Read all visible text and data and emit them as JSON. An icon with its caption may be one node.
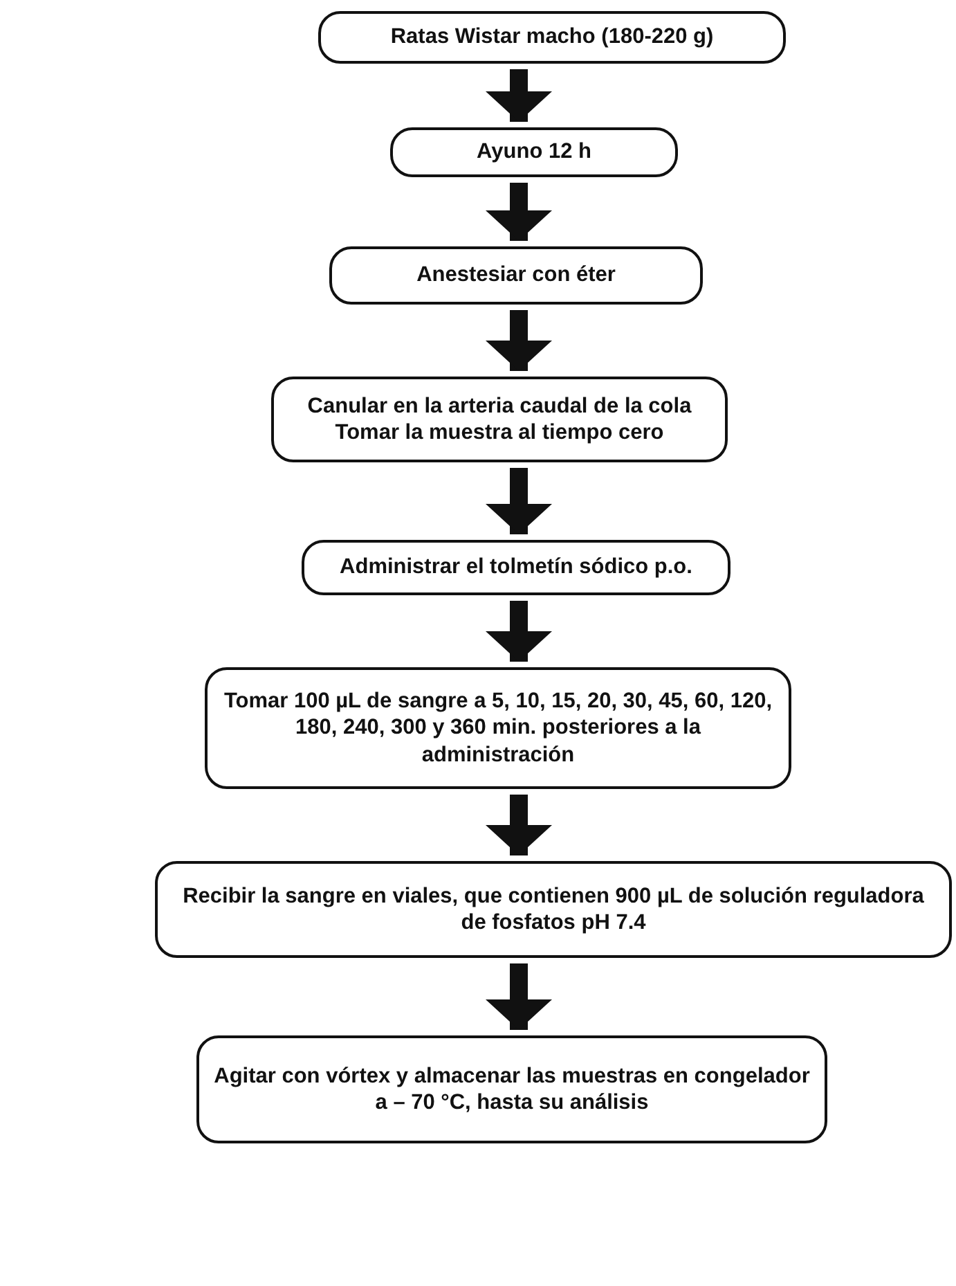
{
  "diagram": {
    "nodes": [
      {
        "text": [
          "Ratas Wistar macho (180-220 g)"
        ]
      },
      {
        "text": [
          "Ayuno 12 h"
        ]
      },
      {
        "text": [
          "Anestesiar con éter"
        ]
      },
      {
        "text": [
          "Canular en la arteria caudal de la cola",
          "Tomar la muestra al tiempo cero"
        ]
      },
      {
        "text": [
          "Administrar el tolmetín sódico p.o."
        ]
      },
      {
        "text": [
          "Tomar 100 µL de sangre a 5, 10, 15, 20, 30, 45, 60, 120, 180, 240, 300 y 360 min. posteriores a la administración"
        ]
      },
      {
        "text": [
          "Recibir la sangre en viales, que contienen 900 µL de solución reguladora de fosfatos pH 7.4"
        ]
      },
      {
        "text": [
          "Agitar con vórtex y almacenar las muestras en congelador a – 70 °C, hasta su análisis"
        ]
      }
    ],
    "edges": [
      {
        "from": 0,
        "to": 1,
        "arrow": "to"
      },
      {
        "from": 1,
        "to": 2,
        "arrow": "to"
      },
      {
        "from": 2,
        "to": 3,
        "arrow": "to"
      },
      {
        "from": 3,
        "to": 4,
        "arrow": "to"
      },
      {
        "from": 4,
        "to": 5,
        "arrow": "to"
      },
      {
        "from": 5,
        "to": 6,
        "arrow": "to"
      },
      {
        "from": 6,
        "to": 7,
        "arrow": "to"
      }
    ]
  }
}
